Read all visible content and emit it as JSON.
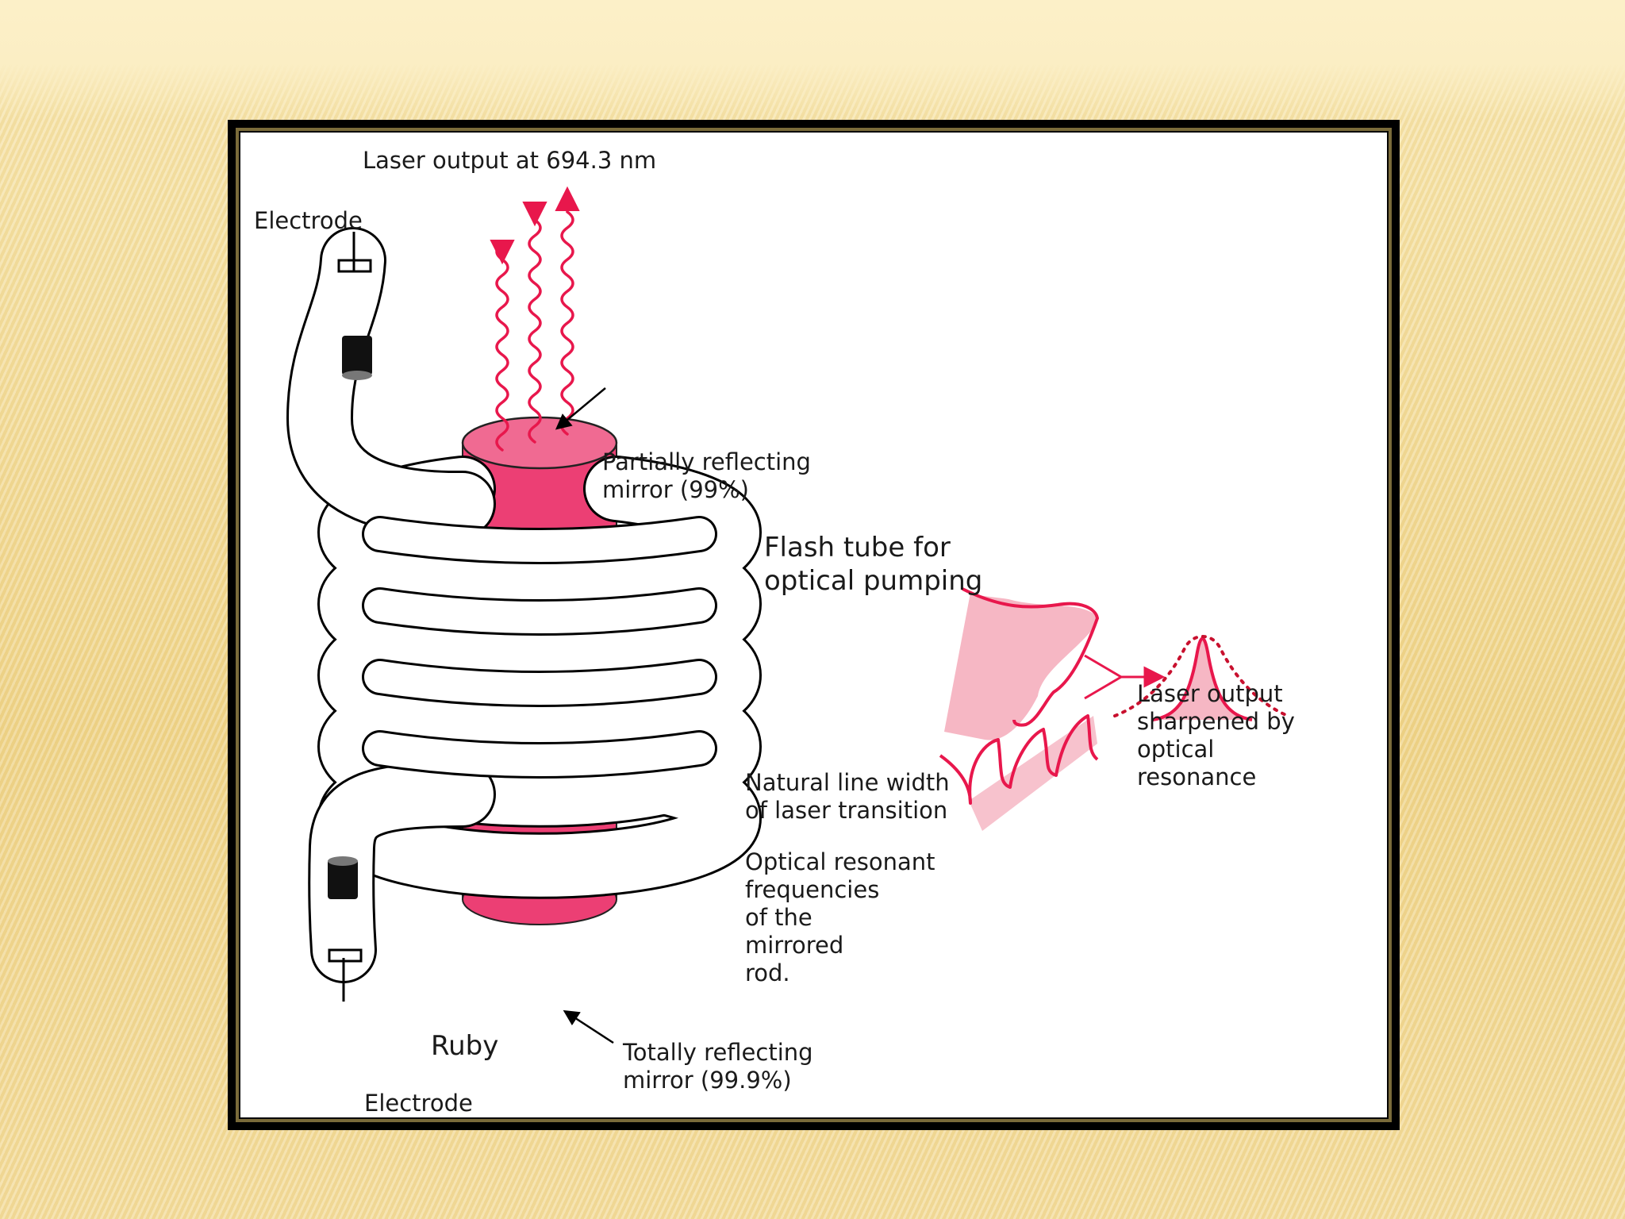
{
  "labels": {
    "laser_output": "Laser output at 694.3 nm",
    "electrode_top": "Electrode",
    "partial_mirror": "Partially reflecting\nmirror (99%)",
    "flash_tube": "Flash tube for\noptical pumping",
    "laser_sharpened": "Laser output\nsharpened by\noptical\nresonance",
    "natural_line": "Natural line width\nof laser transition",
    "resonant_freq": "Optical resonant\nfrequencies\nof the\nmirrored\nrod.",
    "ruby": "Ruby",
    "total_mirror": "Totally reflecting\nmirror (99.9%)",
    "electrode_bottom": "Electrode"
  },
  "colors": {
    "ruby": "#ec3f74",
    "ruby_top": "#f06a92",
    "wave": "#e8174c",
    "peak_fill": "#f6b7c4",
    "frame": "#000000",
    "background": "#f3dfa2"
  }
}
